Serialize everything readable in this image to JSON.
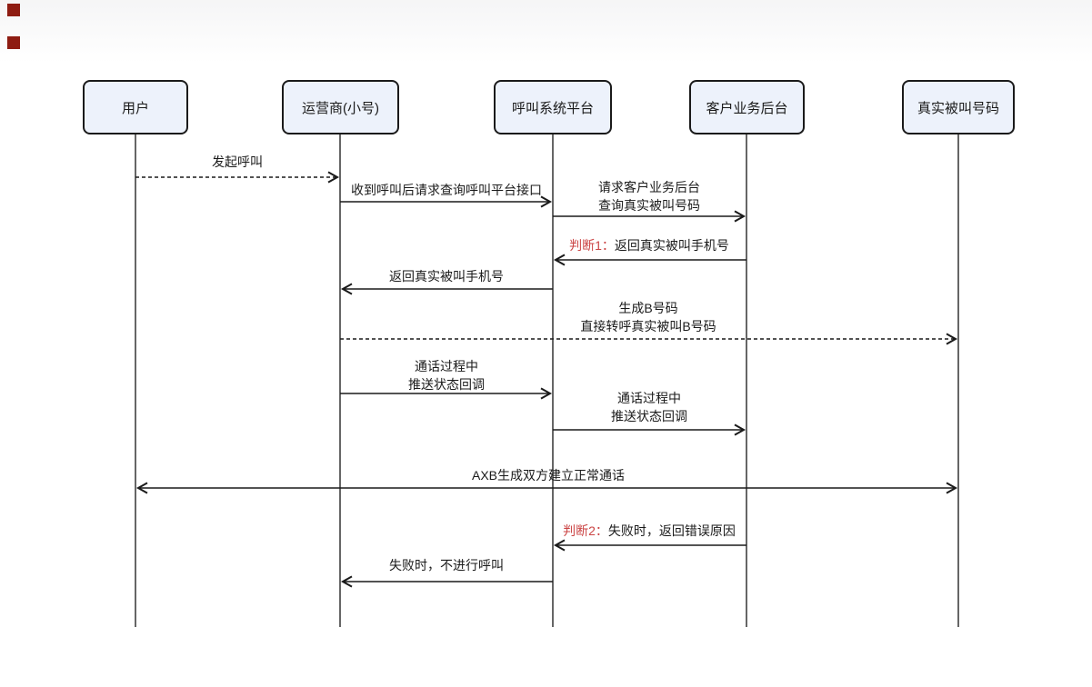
{
  "diagram": {
    "type": "sequence-diagram",
    "colors": {
      "actor_fill": "#edf2fb",
      "actor_border": "#1a1a1a",
      "line": "#1a1a1a",
      "text": "#1a1a1a",
      "decision_red": "#cb4545",
      "corner_marker_red": "#8e1c12"
    },
    "actors": [
      {
        "id": "user",
        "label": "用户"
      },
      {
        "id": "operator",
        "label": "运营商(小号)"
      },
      {
        "id": "call-platform",
        "label": "呼叫系统平台"
      },
      {
        "id": "customer-backend",
        "label": "客户业务后台"
      },
      {
        "id": "real-callee",
        "label": "真实被叫号码"
      }
    ],
    "messages": [
      {
        "from": "user",
        "to": "operator",
        "style": "dashed",
        "lines": [
          "发起呼叫"
        ]
      },
      {
        "from": "operator",
        "to": "call-platform",
        "style": "solid",
        "lines": [
          "收到呼叫后请求查询呼叫平台接口"
        ]
      },
      {
        "from": "call-platform",
        "to": "customer-backend",
        "style": "solid",
        "lines": [
          "请求客户业务后台",
          "查询真实被叫号码"
        ]
      },
      {
        "from": "customer-backend",
        "to": "call-platform",
        "style": "solid",
        "prefix": "判断1：",
        "lines": [
          "返回真实被叫手机号"
        ]
      },
      {
        "from": "call-platform",
        "to": "operator",
        "style": "solid",
        "lines": [
          "返回真实被叫手机号"
        ]
      },
      {
        "from": "operator",
        "to": "real-callee",
        "style": "dashed",
        "lines": [
          "生成B号码",
          "直接转呼真实被叫B号码"
        ]
      },
      {
        "from": "operator",
        "to": "call-platform",
        "style": "solid",
        "lines": [
          "通话过程中",
          "推送状态回调"
        ]
      },
      {
        "from": "call-platform",
        "to": "customer-backend",
        "style": "solid",
        "lines": [
          "通话过程中",
          "推送状态回调"
        ]
      },
      {
        "from": "user",
        "to": "real-callee",
        "style": "solid-bidirectional",
        "lines": [
          "AXB生成双方建立正常通话"
        ]
      },
      {
        "from": "customer-backend",
        "to": "call-platform",
        "style": "solid",
        "prefix": "判断2：",
        "lines": [
          "失败时，返回错误原因"
        ]
      },
      {
        "from": "call-platform",
        "to": "operator",
        "style": "solid",
        "lines": [
          "失败时，不进行呼叫"
        ]
      }
    ]
  }
}
